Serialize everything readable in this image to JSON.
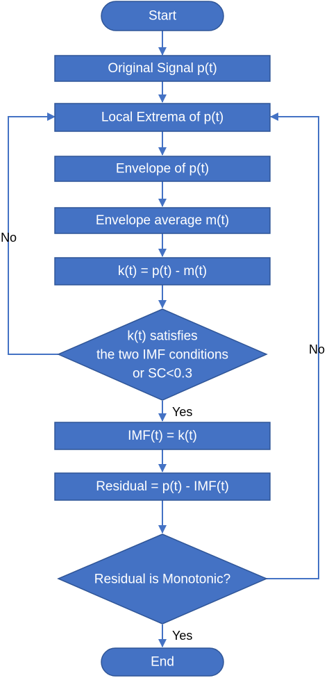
{
  "diagram": {
    "colors": {
      "fill": "#4472c4",
      "stroke": "#2f5597",
      "text": "#ffffff",
      "line": "#4472c4",
      "label": "#000000"
    },
    "nodes": {
      "start": "Start",
      "original": "Original Signal p(t)",
      "extrema": "Local Extrema of p(t)",
      "envelope": "Envelope of p(t)",
      "average": "Envelope average m(t)",
      "kt": "k(t) = p(t) - m(t)",
      "cond": [
        "k(t) satisfies",
        "the two IMF conditions",
        "or SC<0.3"
      ],
      "imf": "IMF(t) = k(t)",
      "residual": "Residual = p(t) - IMF(t)",
      "mono": "Residual is Monotonic?",
      "end": "End"
    },
    "edge_labels": {
      "cond_yes": "Yes",
      "cond_no": "No",
      "mono_yes": "Yes",
      "mono_no": "No"
    }
  }
}
